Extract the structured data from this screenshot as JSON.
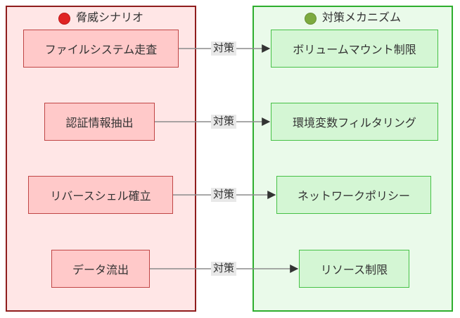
{
  "groups": {
    "threats": {
      "title": "脅威シナリオ",
      "icon": "red-circle",
      "nodes": [
        "ファイルシステム走査",
        "認証情報抽出",
        "リバースシェル確立",
        "データ流出"
      ]
    },
    "mitigations": {
      "title": "対策メカニズム",
      "icon": "green-circle",
      "nodes": [
        "ボリュームマウント制限",
        "環境変数フィルタリング",
        "ネットワークポリシー",
        "リソース制限"
      ]
    }
  },
  "edges": [
    {
      "from": "ファイルシステム走査",
      "to": "ボリュームマウント制限",
      "label": "対策"
    },
    {
      "from": "認証情報抽出",
      "to": "環境変数フィルタリング",
      "label": "対策"
    },
    {
      "from": "リバースシェル確立",
      "to": "ネットワークポリシー",
      "label": "対策"
    },
    {
      "from": "データ流出",
      "to": "リソース制限",
      "label": "対策"
    }
  ],
  "colors": {
    "threat-container-bg": "#ffe6e6",
    "threat-container-border": "#8f1d1d",
    "threat-node-bg": "#ffc9c9",
    "threat-node-border": "#c04545",
    "threat-dot": "#e02323",
    "threat-dot-border": "#bd1a1a",
    "mitigation-container-bg": "#eafaea",
    "mitigation-container-border": "#2eae2e",
    "mitigation-node-bg": "#d4f6d4",
    "mitigation-node-border": "#46c146",
    "mitigation-dot": "#7caa3f",
    "mitigation-dot-border": "#699136",
    "edge-line": "#8c8c8c",
    "edge-arrowhead": "#333333",
    "edge-label-bg": "#e8e8e8",
    "text": "#333333"
  }
}
